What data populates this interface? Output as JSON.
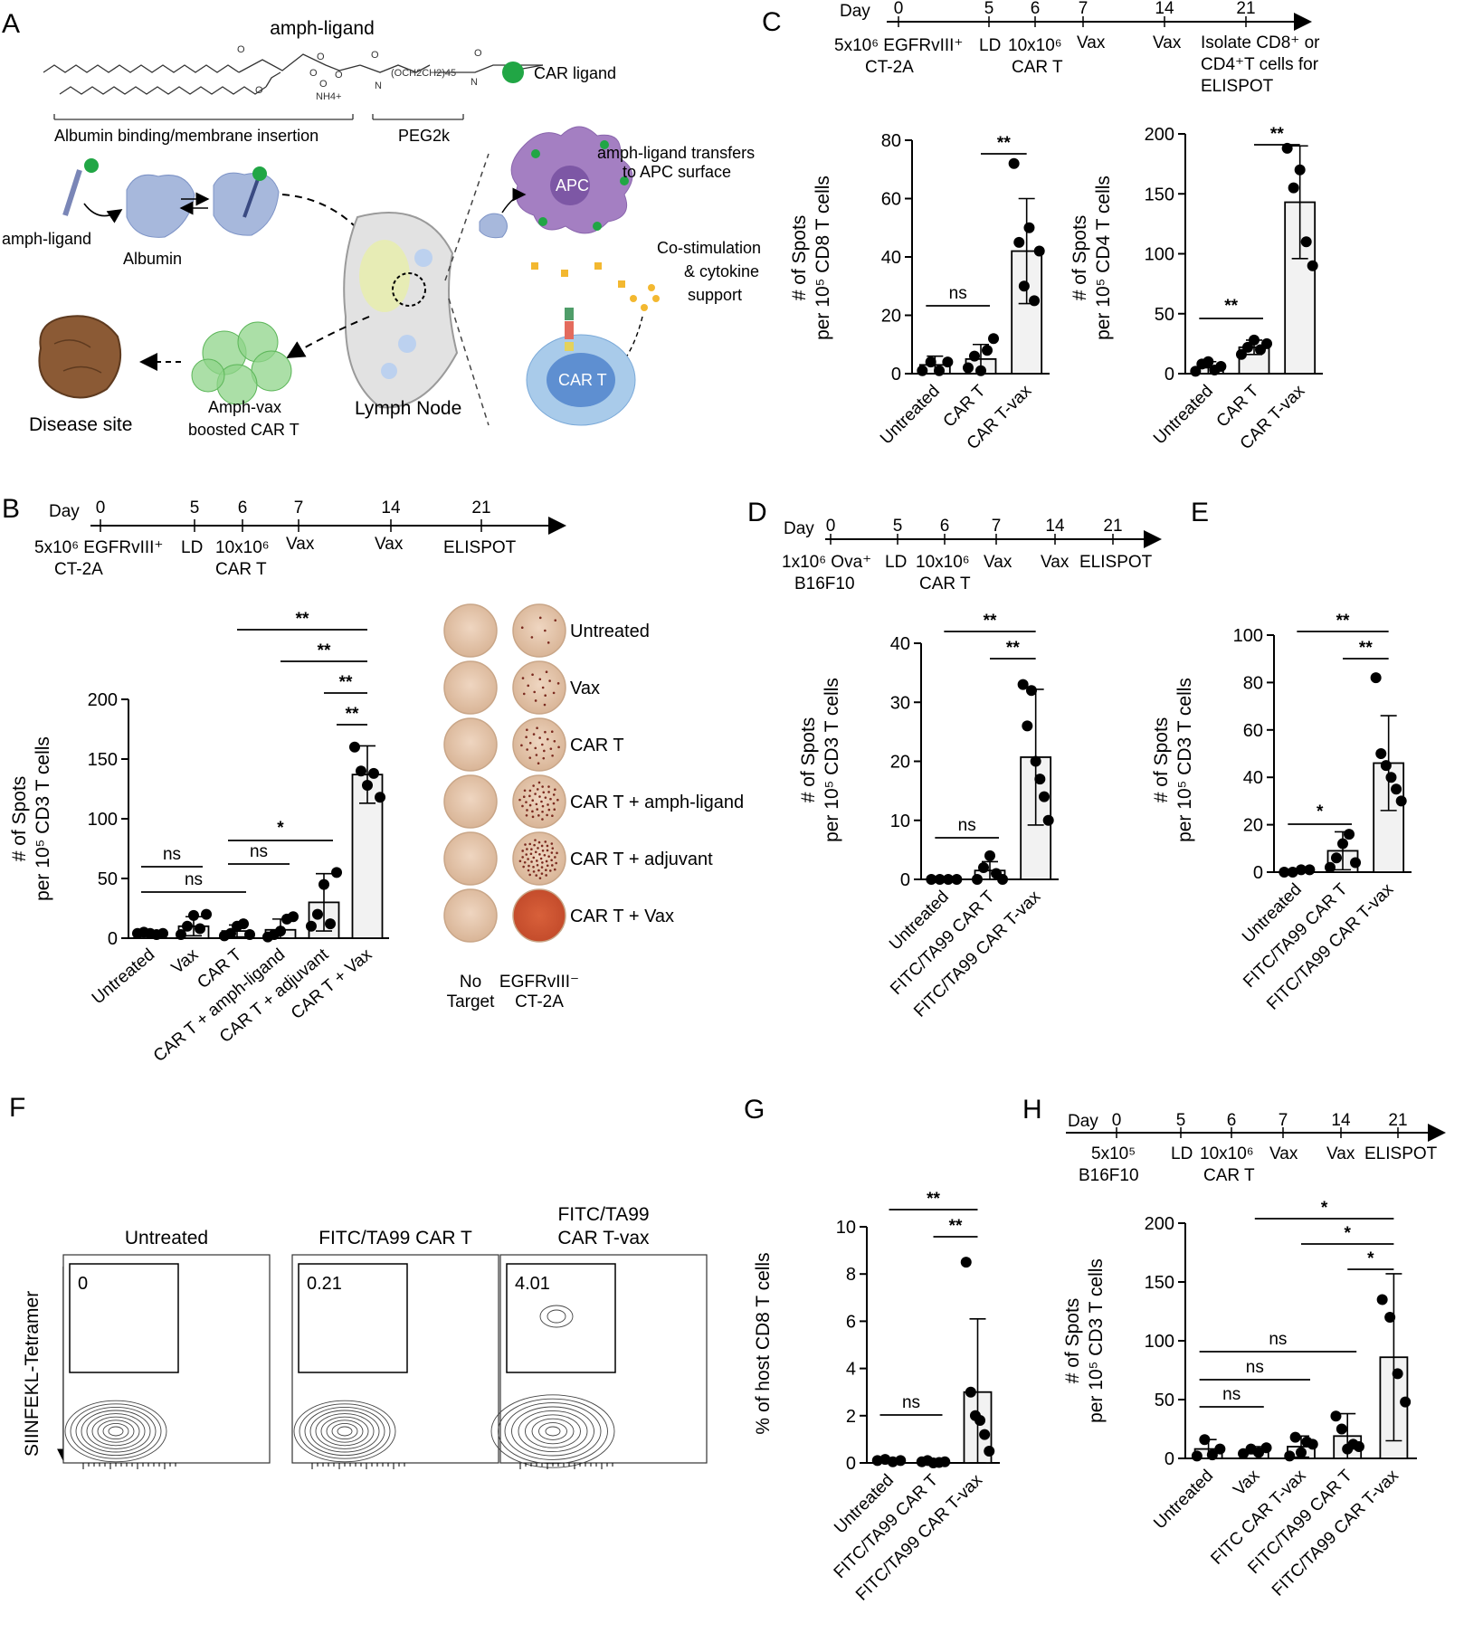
{
  "panels": {
    "A": {
      "letter": "A",
      "title": "amph-ligand",
      "segments": [
        "Albumin binding/membrane insertion",
        "PEG2k"
      ],
      "car_ligand": "CAR ligand",
      "nh4": "NH4+",
      "peg_formula": "(OCH2CH2)45",
      "labels": {
        "amph_ligand": "amph-ligand",
        "albumin": "Albumin",
        "lymph_node": "Lymph Node",
        "apc": "APC",
        "car_t": "CAR T",
        "transfer_1": "amph-ligand transfers",
        "transfer_2": "to APC surface",
        "costim_1": "Co-stimulation",
        "costim_2": "& cytokine",
        "costim_3": "support",
        "boosted_1": "Amph-vax",
        "boosted_2": "boosted CAR T",
        "disease": "Disease site"
      }
    },
    "B": {
      "letter": "B",
      "timeline": {
        "day_label": "Day",
        "days": [
          "0",
          "5",
          "6",
          "7",
          "14",
          "21"
        ],
        "events": [
          "5x10⁶ EGFRvIII⁺",
          "CT-2A",
          "LD",
          "10x10⁶",
          "CAR T",
          "Vax",
          "Vax",
          "ELISPOT"
        ]
      },
      "wells": {
        "rows": [
          "Untreated",
          "Vax",
          "CAR T",
          "CAR T + amph-ligand",
          "CAR T + adjuvant",
          "CAR T + Vax"
        ],
        "col1_1": "No",
        "col1_2": "Target",
        "col2_1": "EGFRvIII⁻",
        "col2_2": "CT-2A"
      }
    },
    "C": {
      "letter": "C",
      "timeline": {
        "day_label": "Day",
        "days": [
          "0",
          "5",
          "6",
          "7",
          "14",
          "21"
        ],
        "events": [
          "5x10⁶ EGFRvIII⁺",
          "CT-2A",
          "LD",
          "10x10⁶",
          "CAR T",
          "Vax",
          "Vax",
          "Isolate CD8⁺ or",
          "CD4⁺T cells for",
          "ELISPOT"
        ]
      }
    },
    "D": {
      "letter": "D",
      "timeline": {
        "day_label": "Day",
        "days": [
          "0",
          "5",
          "6",
          "7",
          "14",
          "21"
        ],
        "events": [
          "1x10⁶ Ova⁺",
          "B16F10",
          "LD",
          "10x10⁶",
          "CAR T",
          "Vax",
          "Vax",
          "ELISPOT"
        ]
      }
    },
    "E": {
      "letter": "E"
    },
    "F": {
      "letter": "F",
      "ylabel": "SIINFEKL-Tetramer",
      "plots": [
        {
          "title": [
            "Untreated"
          ],
          "gate_value": "0"
        },
        {
          "title": [
            "FITC/TA99 CAR T"
          ],
          "gate_value": "0.21"
        },
        {
          "title": [
            "FITC/TA99",
            "CAR T-vax"
          ],
          "gate_value": "4.01"
        }
      ]
    },
    "G": {
      "letter": "G"
    },
    "H": {
      "letter": "H",
      "timeline": {
        "day_label": "Day",
        "days": [
          "0",
          "5",
          "6",
          "7",
          "14",
          "21"
        ],
        "events": [
          "5x10⁵",
          "B16F10",
          "LD",
          "10x10⁶",
          "CAR T",
          "Vax",
          "Vax",
          "ELISPOT"
        ]
      }
    }
  },
  "chart_data": [
    {
      "id": "B",
      "type": "bar",
      "ylabel": "# of Spots per 10⁵ CD3 T cells",
      "ylim": [
        0,
        200
      ],
      "yticks": [
        0,
        50,
        100,
        150,
        200
      ],
      "categories": [
        "Untreated",
        "Vax",
        "CAR T",
        "CAR T + amph-ligand",
        "CAR T + adjuvant",
        "CAR T + Vax"
      ],
      "values": [
        4,
        10,
        6,
        7,
        30,
        137
      ],
      "errors": [
        1,
        8,
        5,
        9,
        24,
        24
      ],
      "points": [
        [
          4,
          5,
          4,
          3,
          4
        ],
        [
          3,
          10,
          19,
          8,
          20
        ],
        [
          2,
          4,
          10,
          12,
          3
        ],
        [
          1,
          3,
          6,
          16,
          18
        ],
        [
          10,
          20,
          45,
          12,
          55
        ],
        [
          160,
          140,
          128,
          138,
          118
        ]
      ],
      "significance": [
        {
          "from": 2,
          "to": 5,
          "label": "**"
        },
        {
          "from": 3,
          "to": 5,
          "label": "**"
        },
        {
          "from": 4,
          "to": 5,
          "label": "**"
        },
        {
          "from": 5,
          "to": 5,
          "label": "**",
          "left": 4.5
        },
        {
          "from": 0,
          "to": 2,
          "label": "ns"
        },
        {
          "from": 0,
          "to": 1,
          "label": "ns"
        },
        {
          "from": 2,
          "to": 4,
          "label": "*"
        },
        {
          "from": 2,
          "to": 3,
          "label": "ns"
        }
      ]
    },
    {
      "id": "C1",
      "type": "bar",
      "ylabel": "# of Spots per 10⁵ CD8 T cells",
      "ylim": [
        0,
        80
      ],
      "yticks": [
        0,
        20,
        40,
        60,
        80
      ],
      "categories": [
        "Untreated",
        "CAR T",
        "CAR T-vax"
      ],
      "values": [
        3,
        5,
        42
      ],
      "errors": [
        3,
        5,
        18
      ],
      "points": [
        [
          1,
          4,
          1,
          4
        ],
        [
          2,
          6,
          1,
          8,
          12
        ],
        [
          72,
          45,
          30,
          50,
          25,
          42
        ]
      ],
      "significance": [
        {
          "from": 1,
          "to": 2,
          "label": "**"
        },
        {
          "from": 0,
          "to": 1,
          "label": "ns"
        }
      ]
    },
    {
      "id": "C2",
      "type": "bar",
      "ylabel": "# of Spots per 10⁵ CD4 T cells",
      "ylim": [
        0,
        200
      ],
      "yticks": [
        0,
        50,
        100,
        150,
        200
      ],
      "categories": [
        "Untreated",
        "CAR T",
        "CAR T-vax"
      ],
      "values": [
        5,
        22,
        143
      ],
      "errors": [
        5,
        6,
        47
      ],
      "points": [
        [
          2,
          8,
          10,
          3,
          6
        ],
        [
          16,
          22,
          28,
          20,
          25
        ],
        [
          188,
          155,
          170,
          110,
          90
        ]
      ],
      "significance": [
        {
          "from": 1,
          "to": 2,
          "label": "**"
        },
        {
          "from": 0,
          "to": 1,
          "label": "**"
        }
      ]
    },
    {
      "id": "D",
      "type": "bar",
      "ylabel": "# of Spots per 10⁵ CD3 T cells",
      "ylim": [
        0,
        40
      ],
      "yticks": [
        0,
        10,
        20,
        30,
        40
      ],
      "categories": [
        "Untreated",
        "FITC/TA99 CAR T",
        "FITC/TA99 CAR T-vax"
      ],
      "values": [
        0,
        1.5,
        20.7
      ],
      "errors": [
        0,
        1.5,
        11.5
      ],
      "points": [
        [
          0,
          0,
          0,
          0
        ],
        [
          0,
          2,
          4,
          1,
          0
        ],
        [
          33,
          26,
          32,
          20,
          17,
          14,
          10
        ]
      ],
      "significance": [
        {
          "from": 0,
          "to": 2,
          "label": "**"
        },
        {
          "from": 1,
          "to": 2,
          "label": "**"
        },
        {
          "from": 0,
          "to": 1,
          "label": "ns"
        }
      ]
    },
    {
      "id": "E",
      "type": "bar",
      "ylabel": "# of Spots per 10⁵ CD3 T cells",
      "ylim": [
        0,
        100
      ],
      "yticks": [
        0,
        20,
        40,
        60,
        80,
        100
      ],
      "categories": [
        "Untreated",
        "FITC/TA99 CAR T",
        "FITC/TA99 CAR T-vax"
      ],
      "values": [
        0.5,
        9,
        46
      ],
      "errors": [
        0.5,
        8,
        20
      ],
      "points": [
        [
          0,
          0,
          1,
          1
        ],
        [
          2,
          6,
          12,
          16,
          4
        ],
        [
          82,
          50,
          45,
          40,
          35,
          30
        ]
      ],
      "significance": [
        {
          "from": 0,
          "to": 2,
          "label": "**"
        },
        {
          "from": 1,
          "to": 2,
          "label": "**"
        },
        {
          "from": 0,
          "to": 1,
          "label": "*"
        }
      ]
    },
    {
      "id": "G",
      "type": "bar",
      "ylabel": "% of host CD8 T cells",
      "ylim": [
        0,
        10
      ],
      "yticks": [
        0,
        2,
        4,
        6,
        8,
        10
      ],
      "categories": [
        "Untreated",
        "FITC/TA99 CAR T",
        "FITC/TA99 CAR T-vax"
      ],
      "values": [
        0.1,
        0.05,
        3
      ],
      "errors": [
        0.05,
        0.05,
        3.1
      ],
      "points": [
        [
          0.1,
          0.15,
          0.05,
          0.1
        ],
        [
          0.05,
          0.1,
          0,
          0.02,
          0.05
        ],
        [
          8.5,
          3,
          2,
          1.8,
          1.2,
          0.5
        ]
      ],
      "significance": [
        {
          "from": 0,
          "to": 2,
          "label": "**"
        },
        {
          "from": 1,
          "to": 2,
          "label": "**"
        },
        {
          "from": 0,
          "to": 1,
          "label": "ns"
        }
      ]
    },
    {
      "id": "H",
      "type": "bar",
      "ylabel": "# of Spots per 10⁵ CD3 T cells",
      "ylim": [
        0,
        200
      ],
      "yticks": [
        0,
        50,
        100,
        150,
        200
      ],
      "categories": [
        "Untreated",
        "Vax",
        "FITC CAR T-vax",
        "FITC/TA99 CAR T",
        "FITC/TA99 CAR T-vax"
      ],
      "values": [
        8,
        7,
        10,
        19,
        86
      ],
      "errors": [
        8,
        3,
        9,
        19,
        71
      ],
      "points": [
        [
          2,
          16,
          3,
          8
        ],
        [
          4,
          8,
          5,
          9
        ],
        [
          2,
          18,
          5,
          14,
          12
        ],
        [
          36,
          25,
          8,
          12,
          10
        ],
        [
          135,
          120,
          72,
          48
        ]
      ],
      "significance": [
        {
          "from": 1,
          "to": 4,
          "label": "*"
        },
        {
          "from": 2,
          "to": 4,
          "label": "*"
        },
        {
          "from": 3,
          "to": 4,
          "label": "*"
        },
        {
          "from": 0,
          "to": 3,
          "label": "ns"
        },
        {
          "from": 0,
          "to": 2,
          "label": "ns"
        },
        {
          "from": 0,
          "to": 1,
          "label": "ns"
        }
      ]
    }
  ]
}
